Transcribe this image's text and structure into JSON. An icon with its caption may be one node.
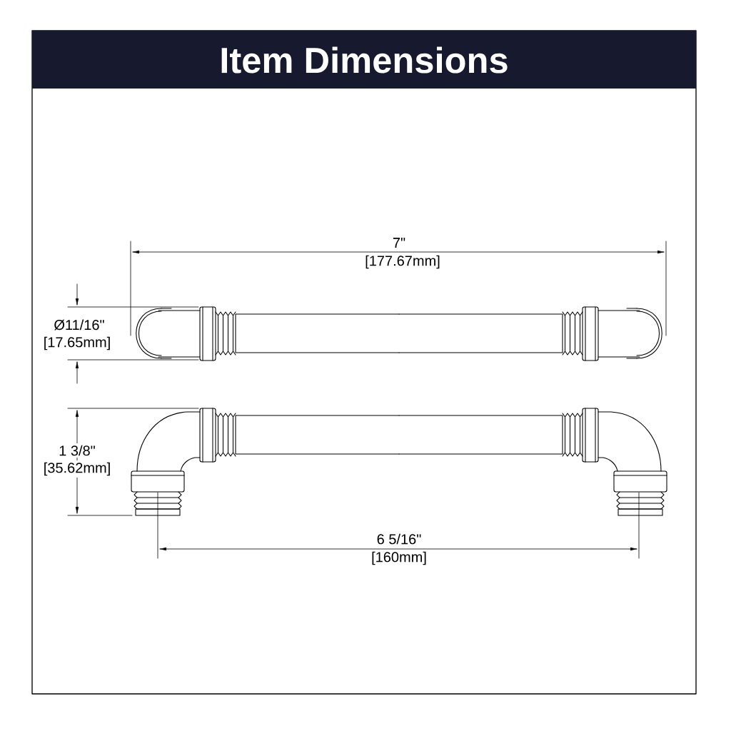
{
  "diagram": {
    "title": "Item Dimensions",
    "labels": [
      "7\"",
      "[177.67mm]",
      "Ø11/16\"",
      "[17.65mm]",
      "1 3/8\"",
      "[35.62mm]",
      "6 5/16\"",
      "[160mm]"
    ]
  }
}
